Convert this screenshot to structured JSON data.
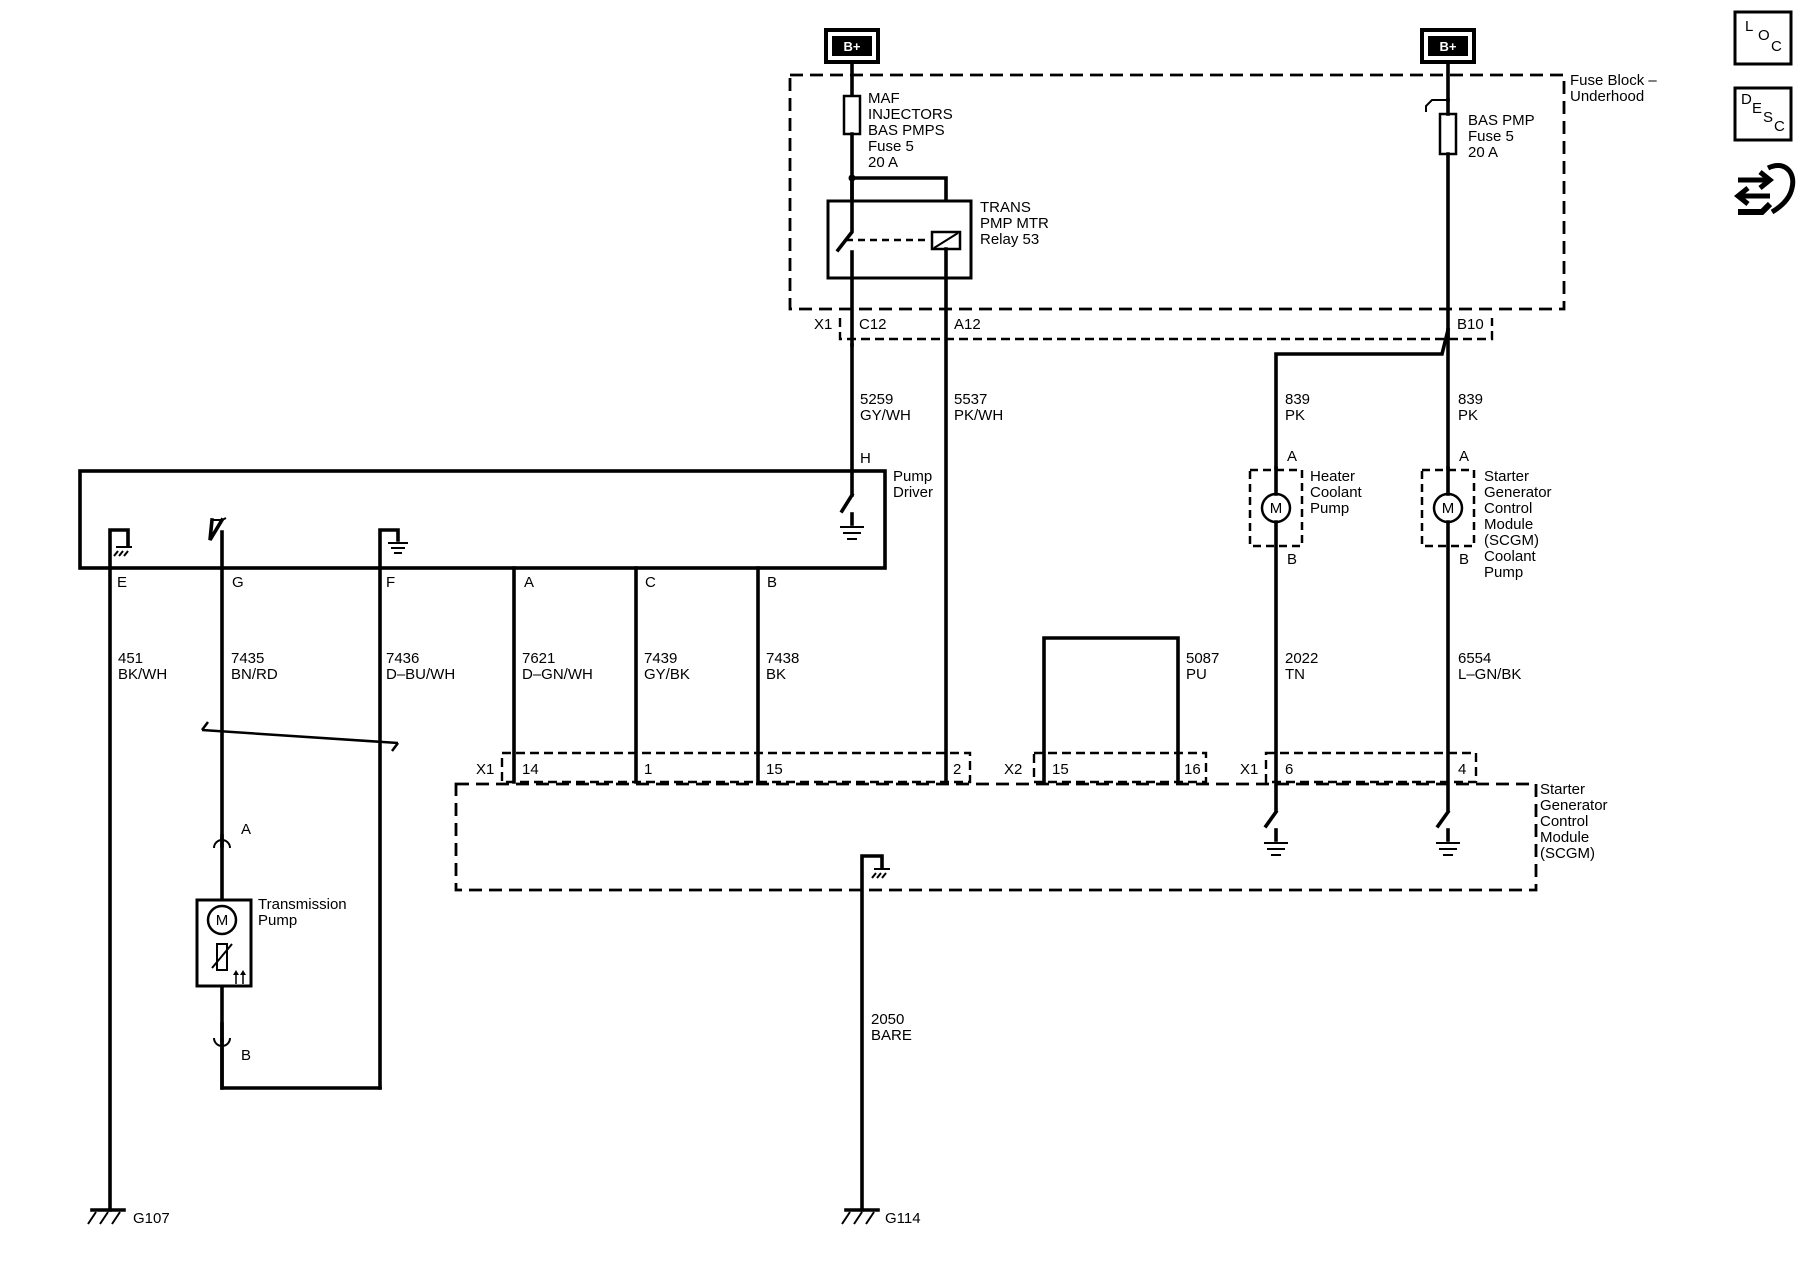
{
  "power": {
    "bplus_left": "B+",
    "bplus_right": "B+"
  },
  "fuse_block": {
    "label_1": "Fuse Block –",
    "label_2": "Underhood",
    "fuse_left": [
      "MAF",
      "INJECTORS",
      "BAS PMPS",
      "Fuse 5",
      "20 A"
    ],
    "fuse_right": [
      "BAS PMP",
      "Fuse 5",
      "20 A"
    ],
    "relay": [
      "TRANS",
      "PMP MTR",
      "Relay 53"
    ],
    "connector": {
      "name": "X1",
      "pin_c12": "C12",
      "pin_a12": "A12",
      "pin_b10": "B10"
    }
  },
  "wires": {
    "w5259": [
      "5259",
      "GY/WH"
    ],
    "w5537": [
      "5537",
      "PK/WH"
    ],
    "w839a": [
      "839",
      "PK"
    ],
    "w839b": [
      "839",
      "PK"
    ],
    "w451": [
      "451",
      "BK/WH"
    ],
    "w7435": [
      "7435",
      "BN/RD"
    ],
    "w7436": [
      "7436",
      "D–BU/WH"
    ],
    "w7621": [
      "7621",
      "D–GN/WH"
    ],
    "w7439": [
      "7439",
      "GY/BK"
    ],
    "w7438": [
      "7438",
      "BK"
    ],
    "w5087": [
      "5087",
      "PU"
    ],
    "w2022": [
      "2022",
      "TN"
    ],
    "w6554": [
      "6554",
      "L–GN/BK"
    ],
    "w2050": [
      "2050",
      "BARE"
    ]
  },
  "pump_driver": {
    "label": [
      "Pump",
      "Driver"
    ],
    "pins": {
      "H": "H",
      "E": "E",
      "G": "G",
      "F": "F",
      "A": "A",
      "C": "C",
      "B": "B"
    }
  },
  "heater_pump": {
    "label": [
      "Heater",
      "Coolant",
      "Pump"
    ],
    "pin_a": "A",
    "pin_b": "B",
    "motor": "M"
  },
  "scgm_pump": {
    "label": [
      "Starter",
      "Generator",
      "Control",
      "Module",
      "(SCGM)",
      "Coolant",
      "Pump"
    ],
    "pin_a": "A",
    "pin_b": "B",
    "motor": "M"
  },
  "scgm": {
    "label": [
      "Starter",
      "Generator",
      "Control",
      "Module",
      "(SCGM)"
    ],
    "x1_left": {
      "name": "X1",
      "pins": [
        "14",
        "1",
        "15",
        "2"
      ]
    },
    "x2": {
      "name": "X2",
      "pins": [
        "15",
        "16"
      ]
    },
    "x1_right": {
      "name": "X1",
      "pins": [
        "6",
        "4"
      ]
    }
  },
  "trans_pump": {
    "label": [
      "Transmission",
      "Pump"
    ],
    "pin_a": "A",
    "pin_b": "B",
    "motor": "M"
  },
  "grounds": {
    "g107": "G107",
    "g114": "G114"
  },
  "side_icons": {
    "loc": [
      "L",
      "O",
      "C"
    ],
    "desc": [
      "D",
      "E",
      "S",
      "C"
    ]
  }
}
